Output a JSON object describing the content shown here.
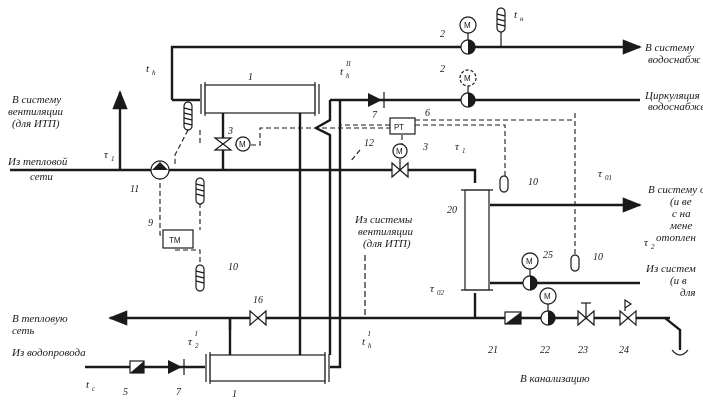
{
  "labels": {
    "to_water_supply_top": [
      "В систему",
      "водоснабж"
    ],
    "circulation": [
      "Циркуляция",
      "водоснабжен"
    ],
    "to_ventilation": [
      "В систему",
      "вентиляции",
      "(для ИТП)"
    ],
    "from_heat_network": [
      "Из тепловой",
      "сети"
    ],
    "to_heating_system": [
      "В систему о",
      "(и ве",
      "с на",
      "мене",
      "отоплен"
    ],
    "from_ventilation": [
      "Из системы",
      "вентиляции",
      "(для ИТП)"
    ],
    "from_system_right": [
      "Из систем",
      "(и в",
      "для"
    ],
    "to_heat_network": [
      "В тепловую",
      "сеть"
    ],
    "from_water_main": "Из водопровода",
    "to_sewer": "В канализацию"
  },
  "temps": {
    "t_n_top": {
      "main": "t",
      "sub": "н"
    },
    "t_h_left": {
      "main": "t",
      "sub": "h"
    },
    "t_h_II": {
      "main": "t",
      "sub": "h",
      "sup": "II"
    },
    "tau_1_left": {
      "main": "τ",
      "sub": "1"
    },
    "tau_1_mid": {
      "main": "τ",
      "sub": "1"
    },
    "tau_01": {
      "main": "τ",
      "sub": "01"
    },
    "tau_2": {
      "main": "τ",
      "sub": "2"
    },
    "tau_02": {
      "main": "τ",
      "sub": "02"
    },
    "tau_2_I": {
      "main": "τ",
      "sub": "2",
      "sup": "I"
    },
    "t_h_I": {
      "main": "t",
      "sub": "h",
      "sup": "I"
    },
    "t_c": {
      "main": "t",
      "sub": "c"
    }
  },
  "equipment": {
    "heater_top_number": "1",
    "heater_bottom_number": "1",
    "pump_top_number": "2",
    "pump_circ_number": "2",
    "valve_3_left": "3",
    "valve_3_mid": "3",
    "meter_5": "5",
    "rt_number": "6",
    "rt_label": "РТ",
    "check_valve_top": "7",
    "check_valve_bottom": "7",
    "tm_number": "9",
    "tm_label": "ТМ",
    "thermo_10_left": "10",
    "thermo_10_mid": "10",
    "thermo_10_right": "10",
    "elevator_11": "11",
    "line_12": "12",
    "valve_16": "16",
    "heater_20": "20",
    "filter_21": "21",
    "pump_22": "22",
    "valve_23": "23",
    "valve_24": "24",
    "pump_25": "25",
    "motor_label": "М"
  }
}
